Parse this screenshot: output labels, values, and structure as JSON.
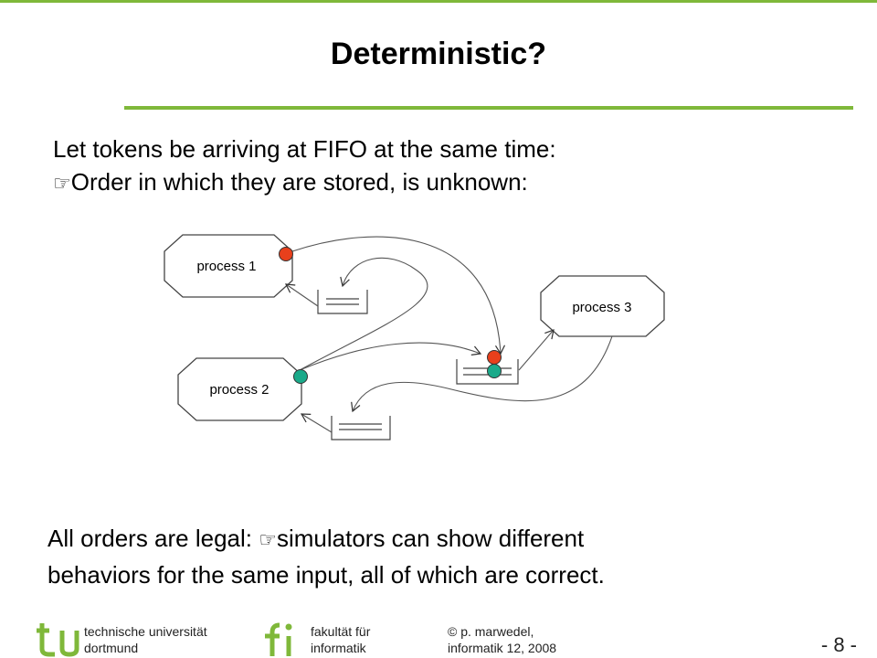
{
  "slide": {
    "title": "Deterministic?",
    "intro_line1": "Let tokens be arriving at FIFO at the same time:",
    "intro_line2_marker": "☞",
    "intro_line2": "Order in which they are stored, is unknown:",
    "conclusion_line1_a": "All orders are legal: ",
    "conclusion_marker": "☞",
    "conclusion_line1_b": "simulators can show different",
    "conclusion_line2": "behaviors for the same input, all of which are correct."
  },
  "diagram": {
    "process1_label": "process 1",
    "process2_label": "process 2",
    "process3_label": "process 3",
    "token_red_color": "#e8401c",
    "token_green_color": "#1aaa8a"
  },
  "footer": {
    "university_line1": "technische universität",
    "university_line2": "dortmund",
    "faculty_line1": "fakultät für",
    "faculty_line2": "informatik",
    "author_line1": "© p. marwedel,",
    "author_line2": "informatik 12,  2008",
    "page_number": "- 8 -",
    "accent_color": "#7fb83a"
  }
}
